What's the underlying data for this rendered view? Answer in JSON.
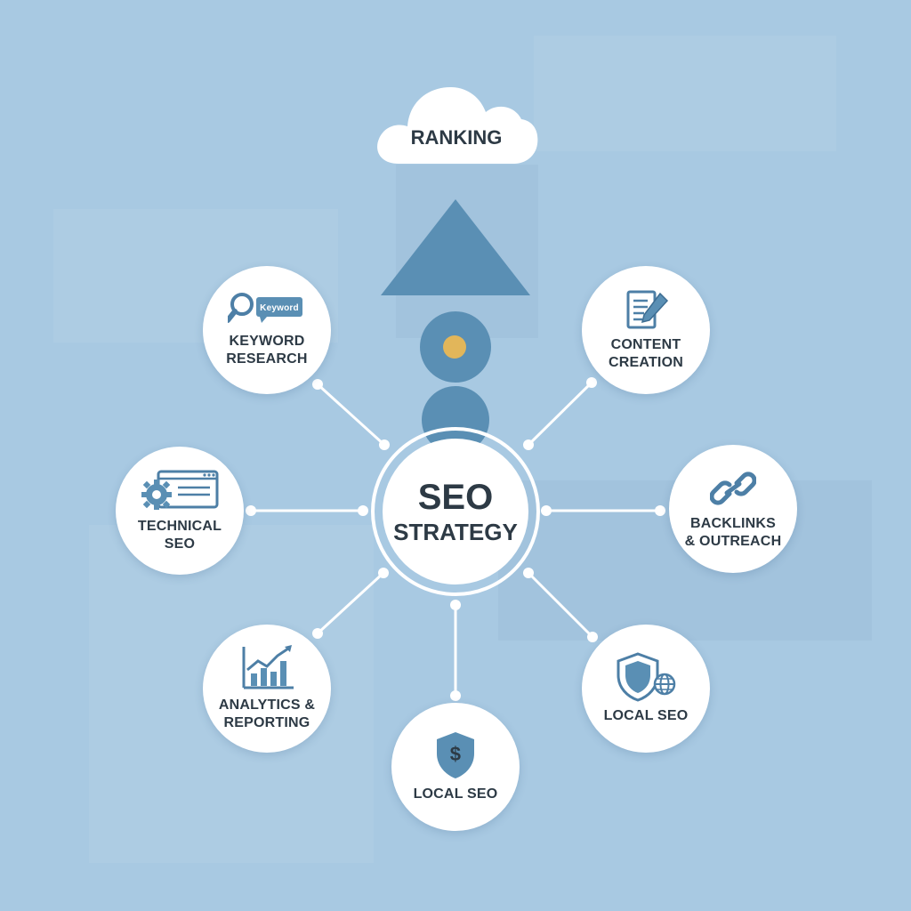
{
  "diagram": {
    "top_label": "RANKING",
    "center_line1": "SEO",
    "center_line2": "STRATEGY",
    "nodes": [
      {
        "id": "keyword-research",
        "label_line1": "KEYWORD",
        "label_line2": "RESEARCH",
        "icon": "magnifier-keyword-icon",
        "icon_text": "Keyword"
      },
      {
        "id": "content-creation",
        "label_line1": "CONTENT",
        "label_line2": "CREATION",
        "icon": "document-pencil-icon"
      },
      {
        "id": "technical-seo",
        "label_line1": "TECHNICAL",
        "label_line2": "SEO",
        "icon": "gear-browser-icon"
      },
      {
        "id": "backlinks-outreach",
        "label_line1": "BACKLINKS",
        "label_line2": "& OUTREACH",
        "icon": "chain-link-icon"
      },
      {
        "id": "analytics-reporting",
        "label_line1": "ANALYTICS &",
        "label_line2": "REPORTING",
        "icon": "bar-chart-trend-icon"
      },
      {
        "id": "local-seo-right",
        "label_line1": "LOCAL SEO",
        "label_line2": "",
        "icon": "shield-globe-icon"
      },
      {
        "id": "local-seo-bottom",
        "label_line1": "LOCAL SEO",
        "label_line2": "",
        "icon": "shield-dollar-icon",
        "icon_text": "$"
      }
    ],
    "colors": {
      "background": "#a8c9e2",
      "accent_blue": "#5a8fb4",
      "accent_gold": "#e2b65a",
      "text": "#2d3a45",
      "node_fill": "#ffffff"
    }
  }
}
